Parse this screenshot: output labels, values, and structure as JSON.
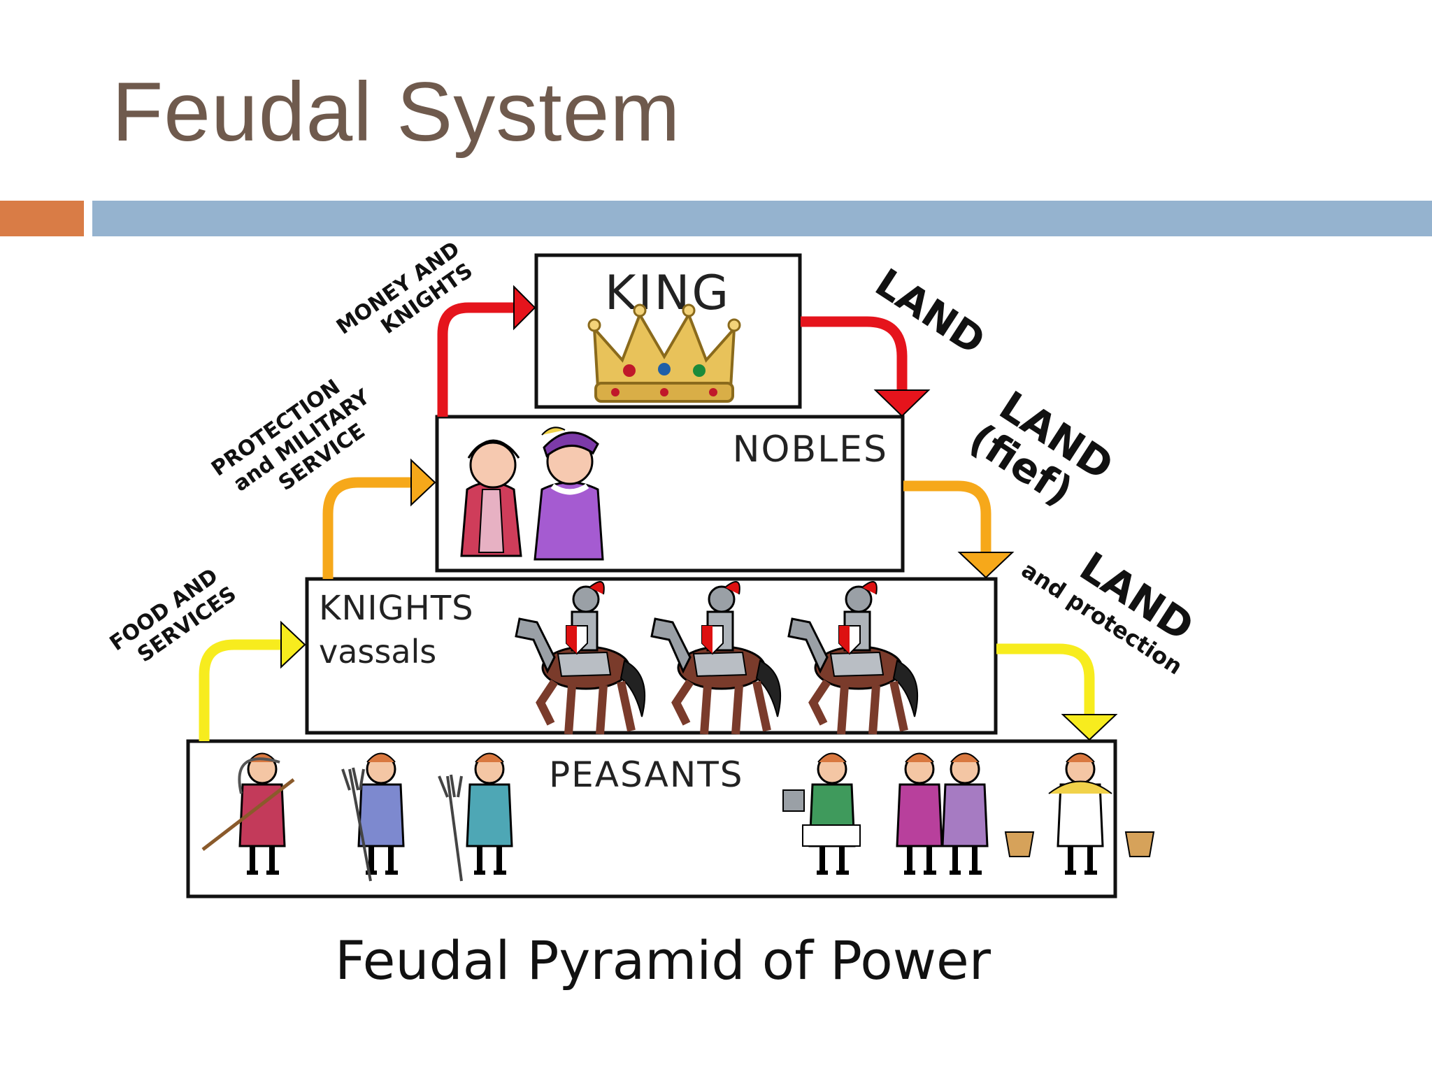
{
  "slide": {
    "title": "Feudal System"
  },
  "colors": {
    "title": "#6f5a4d",
    "accent_orange": "#d97c46",
    "accent_blue": "#95b3cf",
    "arrow_red": "#e5141c",
    "arrow_orange": "#f6a81a",
    "arrow_yellow": "#f7ec1e"
  },
  "diagram": {
    "tiers": {
      "king": "KING",
      "nobles": "NOBLES",
      "knights": "KNIGHTS",
      "knights_sub": "vassals",
      "peasants": "PEASANTS"
    },
    "upward_flows": {
      "money_line1": "MONEY AND",
      "money_line2": "KNIGHTS",
      "protection_line1": "PROTECTION",
      "protection_line2": "and MILITARY",
      "protection_line3": "SERVICE",
      "food_line1": "FOOD AND",
      "food_line2": "SERVICES"
    },
    "downward_flows": {
      "land1": "LAND",
      "land2_line1": "LAND",
      "land2_line2": "(fief)",
      "land3_line1": "LAND",
      "land3_line2": "and protection"
    },
    "icons": [
      "crown-icon",
      "noble-couple-icon",
      "knight-on-horse-icon",
      "peasant-icon"
    ],
    "caption": "Feudal Pyramid of Power"
  }
}
